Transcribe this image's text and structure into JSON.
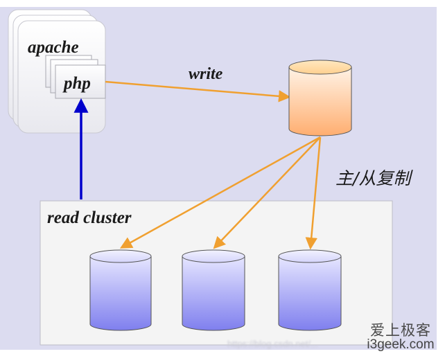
{
  "labels": {
    "apache": "apache",
    "php": "php",
    "write": "write",
    "replication": "主/从复制",
    "read_cluster": "read cluster"
  },
  "watermark": {
    "cn": "爱上极客",
    "en": "i3geek.com",
    "url": "https://blog.csdn.net/..."
  },
  "colors": {
    "background": "#dcdcf0",
    "arrow_orange": "#f0a030",
    "arrow_blue": "#0000cc",
    "master_db": "#ffb880",
    "slave_db": "#8a8af0",
    "panel": "#f4f4f4"
  },
  "icons": {
    "master": "database-icon",
    "slaves": "database-icon"
  }
}
